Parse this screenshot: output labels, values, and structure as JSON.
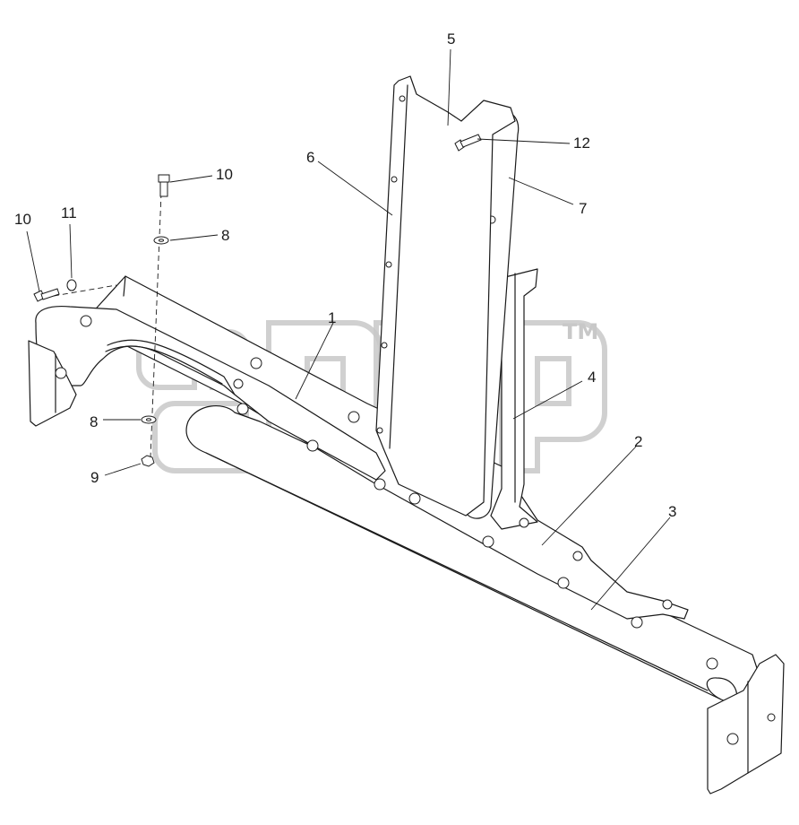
{
  "watermark": {
    "trademark": "TM",
    "color": "#c8c8c8"
  },
  "callouts": [
    {
      "id": "c1",
      "label": "1"
    },
    {
      "id": "c2",
      "label": "2"
    },
    {
      "id": "c3",
      "label": "3"
    },
    {
      "id": "c4",
      "label": "4"
    },
    {
      "id": "c5",
      "label": "5"
    },
    {
      "id": "c6",
      "label": "6"
    },
    {
      "id": "c7",
      "label": "7"
    },
    {
      "id": "c8a",
      "label": "8"
    },
    {
      "id": "c8b",
      "label": "8"
    },
    {
      "id": "c9",
      "label": "9"
    },
    {
      "id": "c10a",
      "label": "10"
    },
    {
      "id": "c10b",
      "label": "10"
    },
    {
      "id": "c11",
      "label": "11"
    },
    {
      "id": "c12",
      "label": "12"
    }
  ],
  "colors": {
    "line": "#1a1a1a",
    "background": "#ffffff"
  }
}
